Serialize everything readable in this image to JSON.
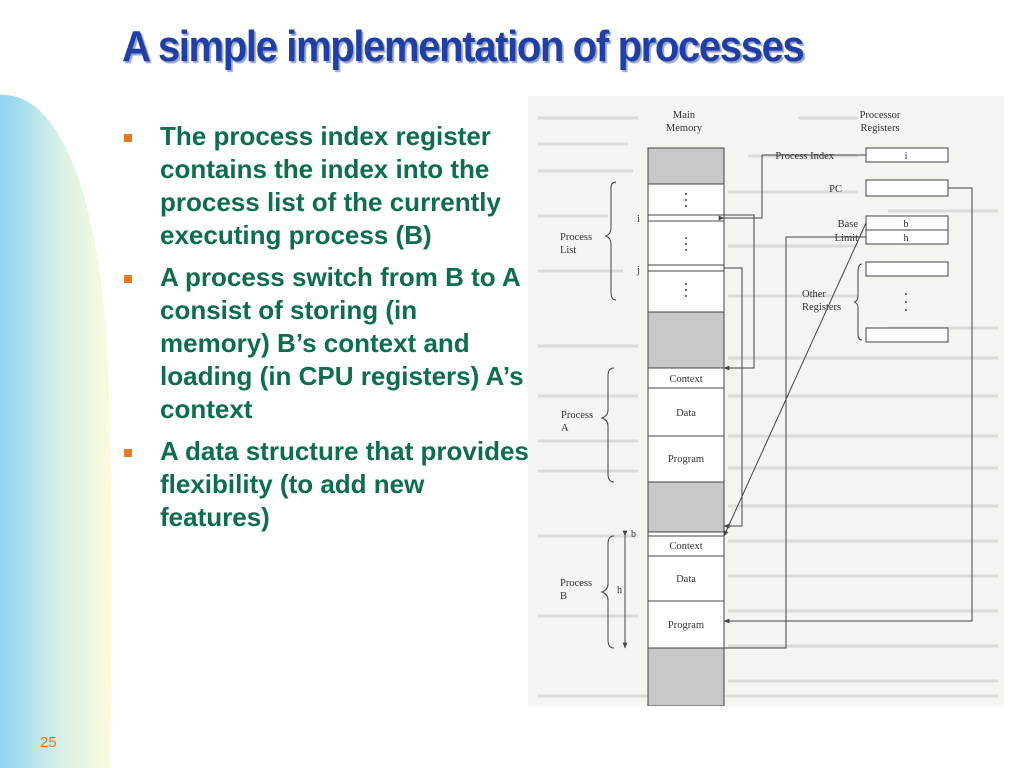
{
  "title": "A simple implementation of processes",
  "bullets": [
    "The process index register contains the index into the process list of the currently executing process (B)",
    "A process switch from B to A consist of storing (in memory) B’s context and loading (in CPU registers) A’s context",
    "A data structure that provides flexibility (to add new features)"
  ],
  "slide_number": "25",
  "colors": {
    "title": "#1f3fa6",
    "bullet_text": "#0d6e4f",
    "bullet_marker": "#e8791e",
    "slide_number": "#e8791e",
    "shaded_cell": "#c8c8c8"
  },
  "figure": {
    "main_memory": "Main\nMemory",
    "main_memory_lines": [
      "Main",
      "Memory"
    ],
    "processor_registers_lines": [
      "Processor",
      "Registers"
    ],
    "process_index_label": "Process Index",
    "process_index_value": "i",
    "pc_label": "PC",
    "base_label": "Base",
    "base_value": "b",
    "limit_label": "Limit",
    "limit_value": "h",
    "other_registers_lines": [
      "Other",
      "Registers"
    ],
    "process_list_lines": [
      "Process",
      "List"
    ],
    "process_a_lines": [
      "Process",
      "A"
    ],
    "process_b_lines": [
      "Process",
      "B"
    ],
    "marker_i": "i",
    "marker_j": "j",
    "marker_b": "b",
    "marker_h": "h",
    "context_label": "Context",
    "data_label": "Data",
    "program_label": "Program"
  }
}
